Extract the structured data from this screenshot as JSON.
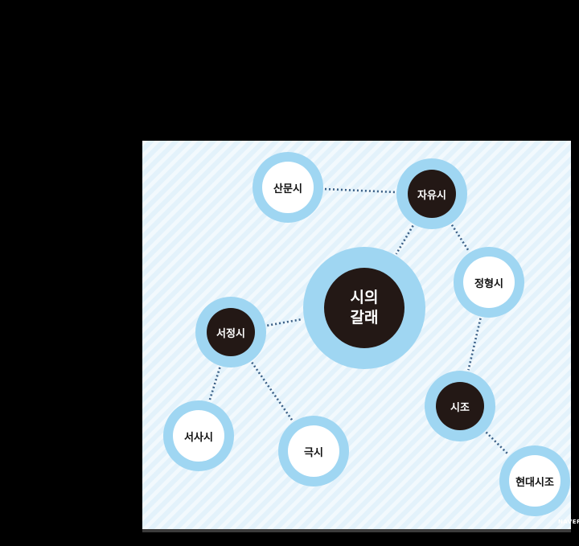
{
  "diagram": {
    "center": {
      "id": "center",
      "label": "시의\n갈래"
    },
    "nodes": [
      {
        "id": "sanmunsi",
        "label": "산문시",
        "style": "light"
      },
      {
        "id": "jayusi",
        "label": "자유시",
        "style": "dark"
      },
      {
        "id": "jeonghyeongsi",
        "label": "정형시",
        "style": "light"
      },
      {
        "id": "seojeongsi",
        "label": "서정시",
        "style": "dark"
      },
      {
        "id": "sijo",
        "label": "시조",
        "style": "dark"
      },
      {
        "id": "seosasi",
        "label": "서사시",
        "style": "light"
      },
      {
        "id": "geuksi",
        "label": "극시",
        "style": "light"
      },
      {
        "id": "hyeondaesijo",
        "label": "현대시조",
        "style": "light"
      }
    ],
    "links": [
      [
        "sanmunsi",
        "jayusi"
      ],
      [
        "jayusi",
        "center"
      ],
      [
        "jayusi",
        "jeonghyeongsi"
      ],
      [
        "jeonghyeongsi",
        "sijo"
      ],
      [
        "sijo",
        "hyeondaesijo"
      ],
      [
        "seojeongsi",
        "center"
      ],
      [
        "seojeongsi",
        "seosasi"
      ],
      [
        "seojeongsi",
        "geuksi"
      ]
    ]
  },
  "watermark": "NAVER",
  "colors": {
    "background": "#000000",
    "panel": "#e3f2fb",
    "ring": "#9fd6f2",
    "dark_fill": "#231815",
    "light_fill": "#ffffff",
    "link": "#3a5f86"
  }
}
